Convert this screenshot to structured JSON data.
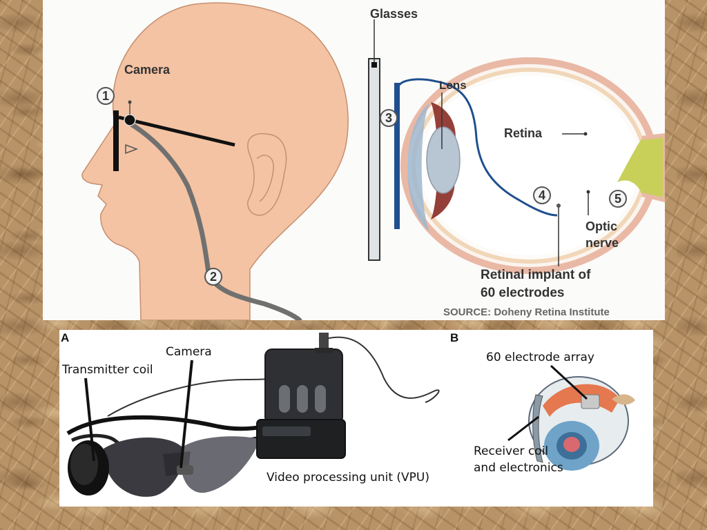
{
  "top": {
    "labels": {
      "camera": "Camera",
      "glasses": "Glasses",
      "lens": "Lens",
      "retina": "Retina",
      "optic_nerve_1": "Optic",
      "optic_nerve_2": "nerve",
      "implant_1": "Retinal implant of",
      "implant_2": "60 electrodes",
      "source": "SOURCE: Doheny Retina Institute"
    },
    "numbers": [
      "1",
      "2",
      "3",
      "4",
      "5"
    ]
  },
  "bottom": {
    "letter_a": "A",
    "letter_b": "B",
    "labels": {
      "transmitter_coil": "Transmitter coil",
      "camera": "Camera",
      "vpu": "Video processing unit (VPU)",
      "electrode_array": "60 electrode array",
      "receiver_1": "Receiver coil",
      "receiver_2": "and electronics"
    }
  },
  "colors": {
    "skin": "#f4c3a3",
    "cable": "#707070",
    "optic_nerve": "#c8d05a",
    "retina": "#e9b9a6",
    "vessel": "#1f4f8f",
    "lens": "#b8c6d3"
  }
}
